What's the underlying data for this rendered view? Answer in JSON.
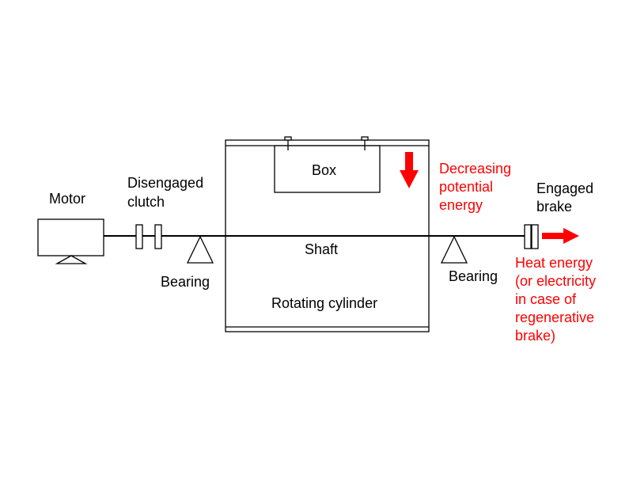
{
  "labels": {
    "motor": "Motor",
    "clutch_line1": "Disengaged",
    "clutch_line2": "clutch",
    "box": "Box",
    "shaft": "Shaft",
    "bearing_left": "Bearing",
    "bearing_right": "Bearing",
    "cylinder": "Rotating cylinder",
    "potential_line1": "Decreasing",
    "potential_line2": "potential",
    "potential_line3": "energy",
    "brake_line1": "Engaged",
    "brake_line2": "brake",
    "heat_line1": "Heat energy",
    "heat_line2": "(or electricity",
    "heat_line3": "in case of",
    "heat_line4": "regenerative",
    "heat_line5": "brake)"
  },
  "colors": {
    "accent": "#ff0000",
    "line": "#000000"
  }
}
